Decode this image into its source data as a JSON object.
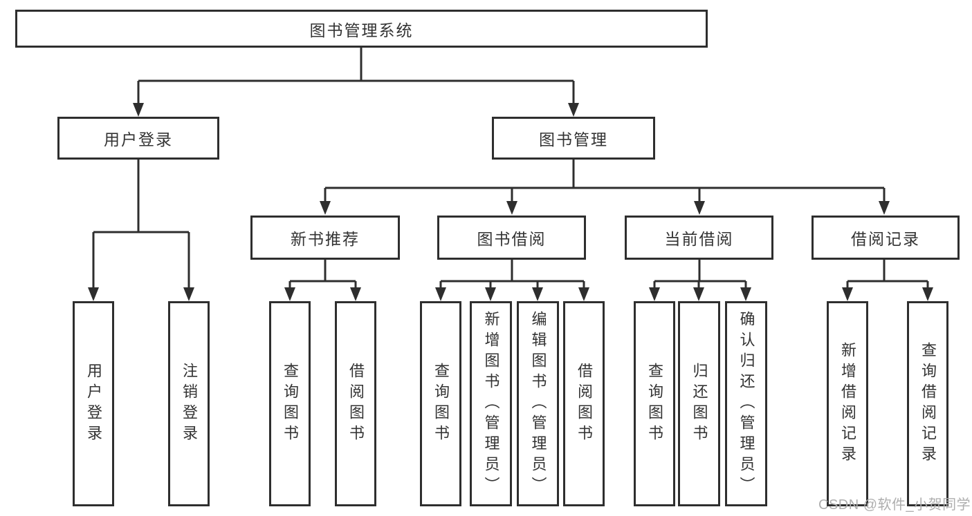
{
  "diagram": {
    "root": {
      "label": "图书管理系统"
    },
    "level2": [
      {
        "label": "用户登录"
      },
      {
        "label": "图书管理"
      }
    ],
    "level3": [
      {
        "label": "新书推荐"
      },
      {
        "label": "图书借阅"
      },
      {
        "label": "当前借阅"
      },
      {
        "label": "借阅记录"
      }
    ],
    "leaves": {
      "user_login": [
        "用户登录",
        "注销登录"
      ],
      "new_book": [
        "查询图书",
        "借阅图书"
      ],
      "book_borrow": [
        "查询图书",
        "新增图书（管理员）",
        "编辑图书（管理员）",
        "借阅图书"
      ],
      "current_borrow": [
        "查询图书",
        "归还图书",
        "确认归还（管理员）"
      ],
      "borrow_record": [
        "新增借阅记录",
        "查询借阅记录"
      ]
    }
  },
  "watermark": {
    "text": "CSDN @软件_小贺同学"
  },
  "colors": {
    "line": "#2e2e2e",
    "text": "#333333",
    "box_background": "#ffffff",
    "watermark": "#aeaeae"
  }
}
